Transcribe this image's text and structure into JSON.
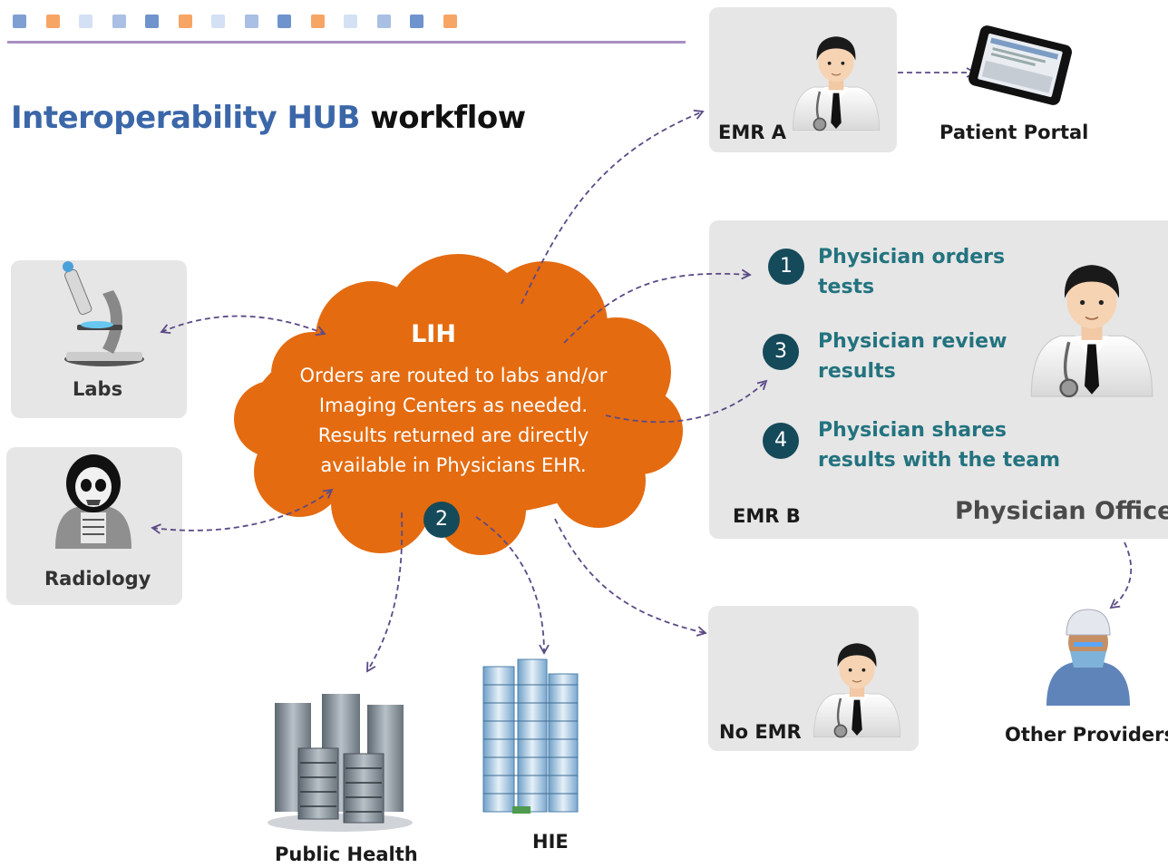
{
  "header": {
    "title_colored": "Interoperability HUB",
    "title_rest": "workflow",
    "accent_squares": [
      "#7f9fd3",
      "#f7a565",
      "#d4e1f5",
      "#a9bfe3",
      "#6f93cc",
      "#f7a565",
      "#d4e1f5",
      "#a9bfe3",
      "#6f93cc",
      "#f7a565",
      "#d4e1f5",
      "#a9bfe3",
      "#6f93cc",
      "#f7a565"
    ]
  },
  "hub": {
    "name": "LIH",
    "description_lines": [
      "Orders are routed to labs and/or",
      "Imaging Centers as needed.",
      "Results returned are directly",
      "available in Physicians EHR."
    ],
    "step_number": "2",
    "color": "#e46b10"
  },
  "nodes": {
    "emr_a": "EMR A",
    "patient_portal": "Patient Portal",
    "labs": "Labs",
    "radiology": "Radiology",
    "emr_b": "EMR B",
    "physician_office": "Physician Office",
    "no_emr": "No EMR",
    "other_providers": "Other Providers",
    "public_health": "Public Health",
    "hie": "HIE"
  },
  "steps": [
    {
      "number": "1",
      "line1": "Physician orders",
      "line2": "tests"
    },
    {
      "number": "3",
      "line1": "Physician review",
      "line2": "results"
    },
    {
      "number": "4",
      "line1": "Physician shares",
      "line2": "results with the team"
    }
  ],
  "icons": [
    "doctor-icon",
    "tablet-icon",
    "microscope-icon",
    "xray-person-icon",
    "surgeon-icon",
    "office-buildings-icon",
    "tower-buildings-icon"
  ],
  "colors": {
    "arrow": "#5b4a86",
    "step_text": "#23737f",
    "step_circle": "#154a5a",
    "panel": "#e6e6e6"
  }
}
